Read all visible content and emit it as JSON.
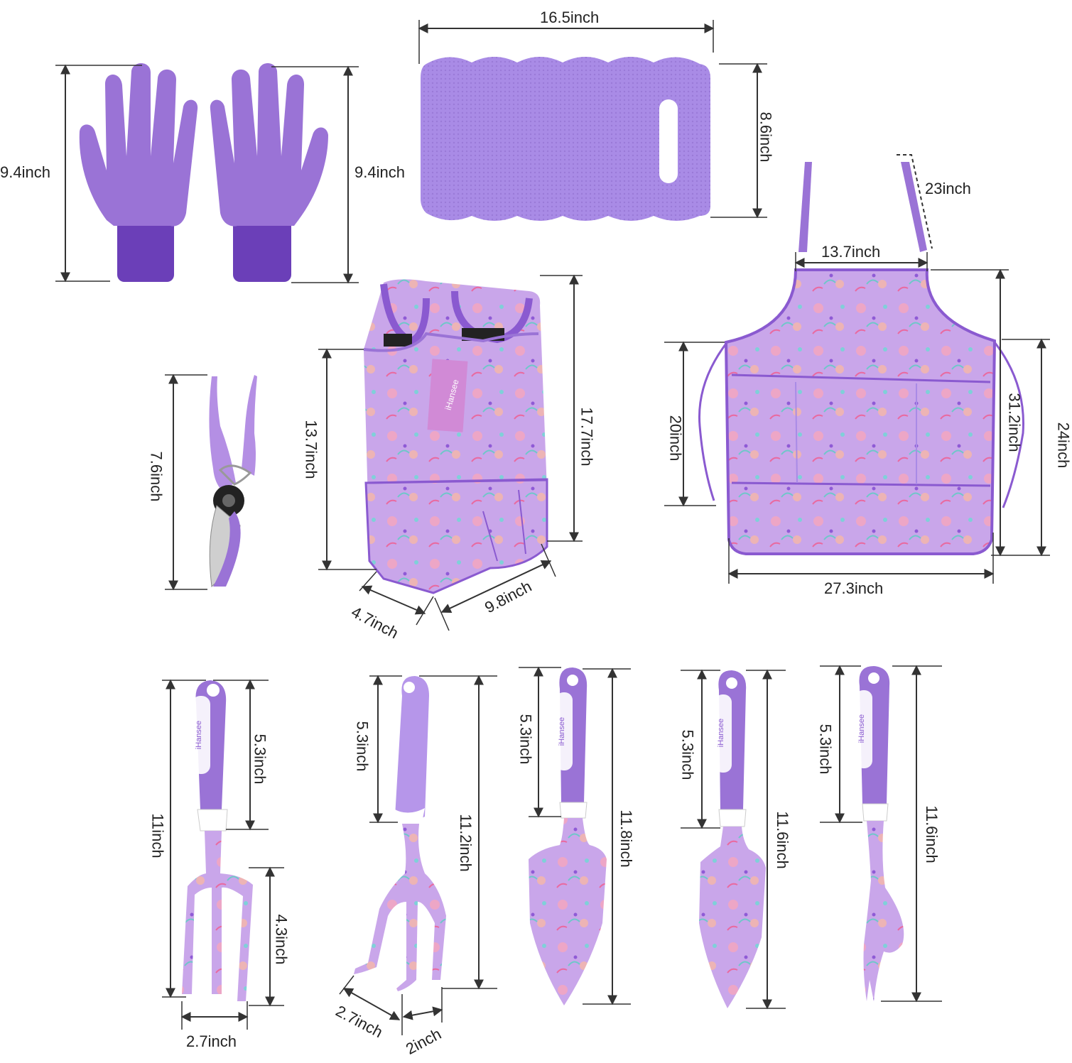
{
  "colors": {
    "purple": "#9a73d6",
    "purple_dark": "#6b3fb8",
    "lavender": "#c6a8ec",
    "floral_bg": "#c9a6ea",
    "white": "#ffffff",
    "line": "#333333"
  },
  "brand_tag": "iHansee",
  "brand_handle": "iHansee",
  "dimensions": {
    "gloves_left_height": "9.4inch",
    "gloves_right_height": "9.4inch",
    "kneeler_width": "16.5inch",
    "kneeler_height": "8.6inch",
    "apron_strap": "23inch",
    "apron_top_width": "13.7inch",
    "apron_pocket_height": "20inch",
    "apron_total_height": "31.2inch",
    "apron_body_height": "24inch",
    "apron_width": "27.3inch",
    "pruner_length": "7.6inch",
    "bag_height_front": "13.7inch",
    "bag_height_total": "17.7inch",
    "bag_depth": "4.7inch",
    "bag_width": "9.8inch",
    "fork_length": "11inch",
    "fork_handle": "5.3inch",
    "fork_tines": "4.3inch",
    "fork_width": "2.7inch",
    "cultivator_handle": "5.3inch",
    "cultivator_length": "11.2inch",
    "cultivator_width": "2.7inch",
    "cultivator_spacing": "2inch",
    "trowel_handle": "5.3inch",
    "trowel_length": "11.8inch",
    "transplanter_handle": "5.3inch",
    "transplanter_length": "11.6inch",
    "weeder_handle": "5.3inch",
    "weeder_length": "11.6inch"
  }
}
